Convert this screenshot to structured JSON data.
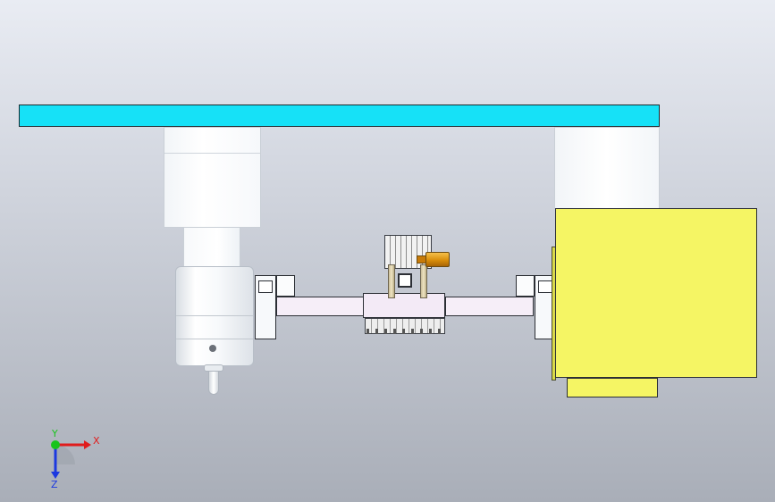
{
  "view": {
    "background": "#cfd3dc",
    "beam_color": "#16e1f7",
    "yellow_color": "#f5f564",
    "fitting_color": "#e09612"
  },
  "triad": {
    "x_label": "X",
    "y_label": "Y",
    "z_label": "Z",
    "x_color": "#e01c1c",
    "y_color": "#19c41c",
    "z_color": "#1c38e0"
  }
}
